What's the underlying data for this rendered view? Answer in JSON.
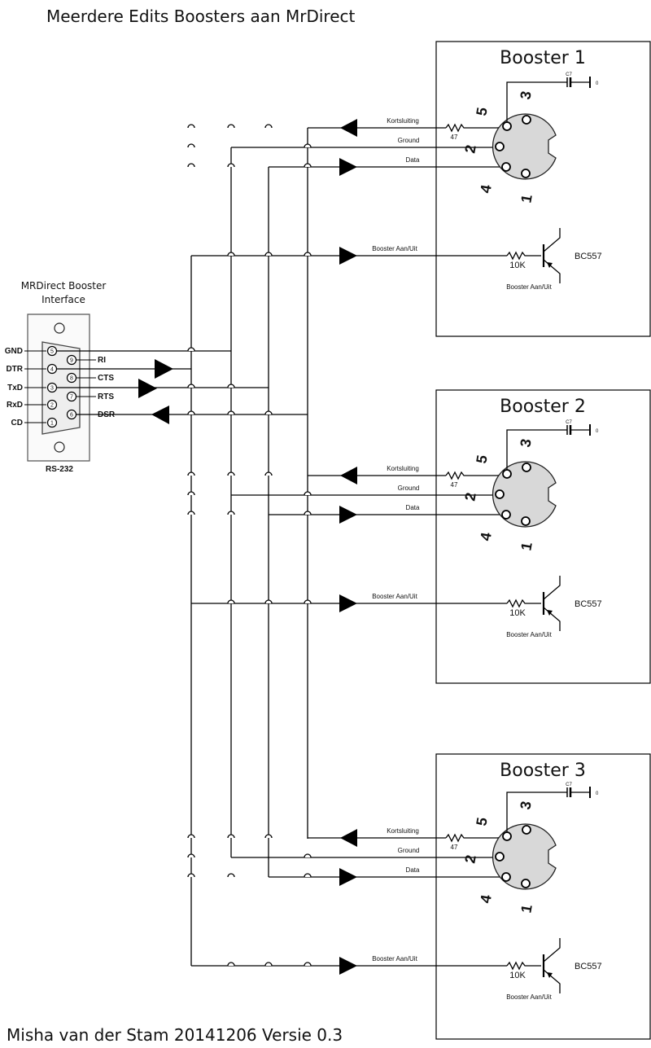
{
  "title": "Meerdere Edits Boosters aan MrDirect",
  "footer": "Misha van der Stam 20141206 Versie 0.3",
  "interface": {
    "title_line1": "MRDirect Booster",
    "title_line2": "Interface",
    "connector_label": "RS-232",
    "pins_left": [
      {
        "label": "GND",
        "num": "5"
      },
      {
        "label": "DTR",
        "num": "4"
      },
      {
        "label": "TxD",
        "num": "3"
      },
      {
        "label": "RxD",
        "num": "2"
      },
      {
        "label": "CD",
        "num": "1"
      }
    ],
    "pins_right": [
      {
        "label": "RI",
        "num": "9"
      },
      {
        "label": "CTS",
        "num": "8"
      },
      {
        "label": "RTS",
        "num": "7"
      },
      {
        "label": "DSR",
        "num": "6"
      }
    ]
  },
  "boosters": [
    {
      "title": "Booster 1",
      "signals": {
        "short": "Kortsluiting",
        "ground": "Ground",
        "data": "Data",
        "power": "Booster Aan/Uit"
      },
      "resistor_short": "47",
      "resistor_power": "10K",
      "transistor": "BC557",
      "transistor_caption": "Booster Aan/Uit",
      "capacitor": "C7",
      "cap_value": "0",
      "din_pins": [
        "5",
        "3",
        "2",
        "4",
        "1"
      ]
    },
    {
      "title": "Booster 2",
      "signals": {
        "short": "Kortsluiting",
        "ground": "Ground",
        "data": "Data",
        "power": "Booster Aan/Uit"
      },
      "resistor_short": "47",
      "resistor_power": "10K",
      "transistor": "BC557",
      "transistor_caption": "Booster Aan/Uit",
      "capacitor": "C7",
      "cap_value": "0",
      "din_pins": [
        "5",
        "3",
        "2",
        "4",
        "1"
      ]
    },
    {
      "title": "Booster 3",
      "signals": {
        "short": "Kortsluiting",
        "ground": "Ground",
        "data": "Data",
        "power": "Booster Aan/Uit"
      },
      "resistor_short": "47",
      "resistor_power": "10K",
      "transistor": "BC557",
      "transistor_caption": "Booster Aan/Uit",
      "capacitor": "C7",
      "cap_value": "0",
      "din_pins": [
        "5",
        "3",
        "2",
        "4",
        "1"
      ]
    }
  ]
}
